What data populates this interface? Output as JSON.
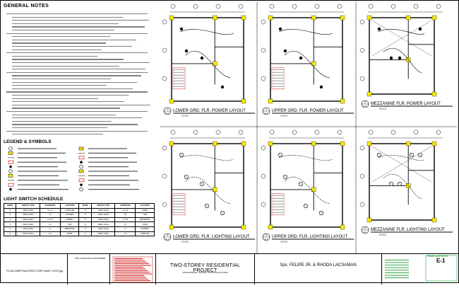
{
  "notes": {
    "title": "GENERAL NOTES",
    "lines": 38
  },
  "legend": {
    "title": "LEGEND & SYMBOLS"
  },
  "schedule": {
    "title": "LIGHT SWITCH SCHEDULE",
    "headers": [
      "MARK",
      "SWITCH TYPE",
      "COVERAGE",
      "LOCATION",
      "MARK",
      "SWITCH TYPE",
      "COVERAGE",
      "LOCATION"
    ],
    "rows": [
      [
        "S",
        "1WAY-1GNG",
        "L1, L2",
        "LIVING RM",
        "S",
        "1WAY-1GNG",
        "L1, L2",
        "LIVING"
      ],
      [
        "S",
        "1WAY-1GNG",
        "L3",
        "KITCHEN",
        "S",
        "1WAY-1GNG",
        "L3",
        "T&B"
      ],
      [
        "S",
        "1WAY-2GNG",
        "L4, L5",
        "DINING",
        "S",
        "1WAY-2GNG",
        "L4, L5",
        "BEDROOM"
      ],
      [
        "S",
        "1WAY-1GNG",
        "L6",
        "T&B",
        "S",
        "3WAY-1GNG",
        "L6",
        "STAIR"
      ],
      [
        "S",
        "1WAY-1GNG",
        "L7",
        "BEDROOM",
        "S",
        "1WAY-1GNG",
        "L7",
        "LAUNDRY"
      ],
      [
        "S",
        "3WAY-1GNG",
        "L8",
        "STAIR",
        "S",
        "1WAY-1GNG",
        "L8",
        "TERRACE"
      ]
    ]
  },
  "plans": [
    {
      "no": "1",
      "sheet": "E-1",
      "title": "LOWER GRD. FLR. POWER LAYOUT",
      "scale": "SCALE"
    },
    {
      "no": "2",
      "sheet": "E-1",
      "title": "UPPER GRD. FLR. POWER LAYOUT",
      "scale": "SCALE"
    },
    {
      "no": "3",
      "sheet": "E-1",
      "title": "MEZZANINE FLR. POWER LAYOUT",
      "scale": "SCALE"
    },
    {
      "no": "4",
      "sheet": "E-1",
      "title": "LOWER GRD. FLR. LIGHTING LAYOUT",
      "scale": "SCALE"
    },
    {
      "no": "5",
      "sheet": "E-1",
      "title": "UPPER GRD. FLR. LIGHTING LAYOUT",
      "scale": "SCALE"
    },
    {
      "no": "6",
      "sheet": "E-1",
      "title": "MEZZANINE FLR. LIGHTING LAYOUT",
      "scale": "SCALE"
    }
  ],
  "titleblock": {
    "logo_file": "F/LAA-SAMP BUILDERS CORP-GAAP LOGO.jpg",
    "cell2": "PRO. ELECTRICAL ENGINEER",
    "project": "TWO-STOREY RESIDENTIAL PROJECT",
    "project_sub": "SAN ENRIQUE, TIAONG, PROVINCE OF NDIA",
    "designer": "Sps. FELIPE JR. & RHODA LACSAMAN",
    "sheet_label": "PAGE CONTENTS",
    "sheet": "E-1"
  },
  "colors": {
    "yellow": "#f4e600",
    "red": "#d21919",
    "green": "#1a9e2c"
  }
}
